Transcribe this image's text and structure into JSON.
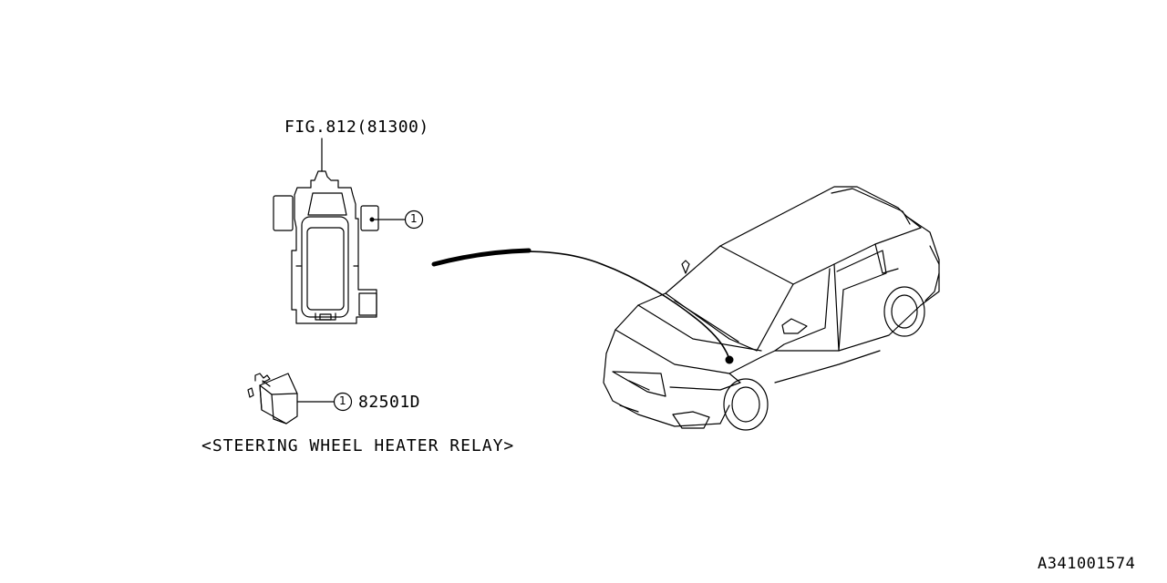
{
  "figure_reference": "FIG.812(81300)",
  "callouts": [
    {
      "number": "1"
    },
    {
      "number": "1",
      "part_number": "82501D"
    }
  ],
  "caption": "<STEERING WHEEL HEATER RELAY>",
  "illustration_id": "A341001574"
}
